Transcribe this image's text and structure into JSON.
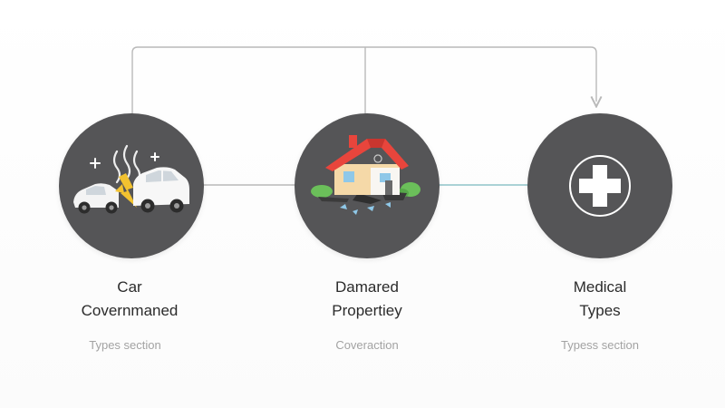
{
  "nodes": [
    {
      "title_line1": "Car",
      "title_line2": "Covernmaned",
      "subtitle": "Types section",
      "icon": "car-crash-icon"
    },
    {
      "title_line1": "Damared",
      "title_line2": "Propertiey",
      "subtitle": "Coveraction",
      "icon": "damaged-house-icon"
    },
    {
      "title_line1": "Medical",
      "title_line2": "Types",
      "subtitle": "Typess section",
      "icon": "medical-cross-icon"
    }
  ],
  "colors": {
    "circle": "#555557",
    "connector": "#b9b9b9",
    "connector_accent": "#8fc3c9",
    "roof": "#e8453c",
    "house_wall": "#f5d9a8",
    "spark": "#f2c230"
  }
}
